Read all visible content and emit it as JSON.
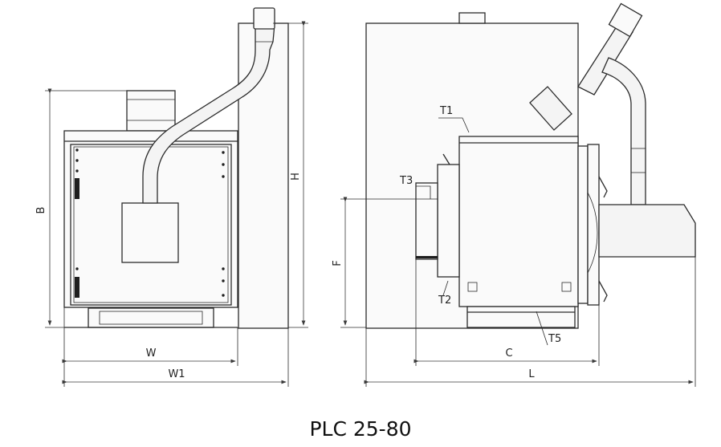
{
  "caption": "PLC 25-80",
  "dimension_labels": {
    "B": "B",
    "H": "H",
    "W": "W",
    "W1": "W1",
    "F": "F",
    "C": "C",
    "L": "L"
  },
  "component_labels": {
    "T1": "T1",
    "T2": "T2",
    "T3": "T3",
    "T5": "T5"
  }
}
